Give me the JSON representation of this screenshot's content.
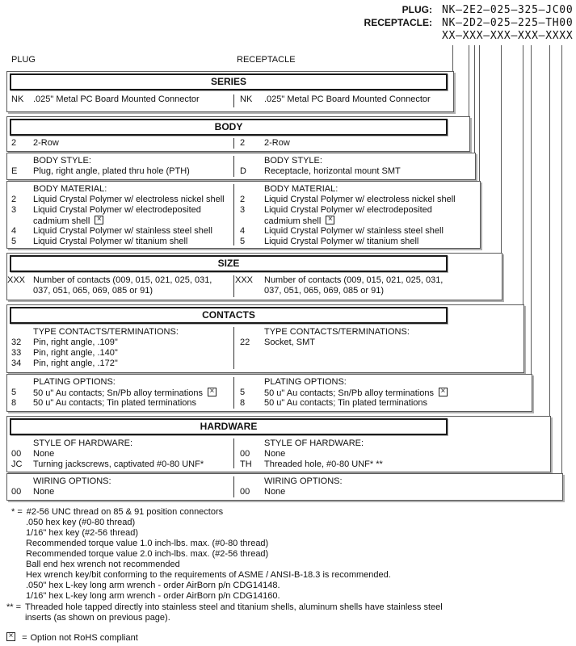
{
  "part_numbers": {
    "plug_label": "PLUG:",
    "plug_value": "NK–2E2–025–325–JC00",
    "receptacle_label": "RECEPTACLE:",
    "receptacle_value": "NK–2D2–025–225–TH00",
    "mask": "XX–XXX–XXX–XXX–XXXX"
  },
  "column_labels": {
    "plug": "PLUG",
    "receptacle": "RECEPTACLE"
  },
  "sections": {
    "series": {
      "title": "SERIES",
      "plug": {
        "code": "NK",
        "desc": ".025\" Metal PC Board Mounted Connector"
      },
      "receptacle": {
        "code": "NK",
        "desc": ".025\" Metal PC Board Mounted Connector"
      }
    },
    "body": {
      "title": "BODY",
      "plug": {
        "code": "2",
        "desc": "2-Row"
      },
      "receptacle": {
        "code": "2",
        "desc": "2-Row"
      }
    },
    "body_style": {
      "label": "BODY STYLE:",
      "plug": {
        "code": "E",
        "desc": "Plug, right angle, plated thru hole (PTH)"
      },
      "receptacle": {
        "code": "D",
        "desc": "Receptacle, horizontal mount SMT"
      }
    },
    "body_material": {
      "label": "BODY MATERIAL:",
      "rows": [
        {
          "code": "2",
          "desc": "Liquid Crystal Polymer w/ electroless nickel shell"
        },
        {
          "code": "3",
          "desc": "Liquid Crystal Polymer w/ electrodeposited",
          "desc2": "cadmium shell",
          "not_rohs": true
        },
        {
          "code": "4",
          "desc": "Liquid Crystal Polymer w/ stainless steel shell"
        },
        {
          "code": "5",
          "desc": "Liquid Crystal Polymer w/ titanium shell"
        }
      ]
    },
    "size": {
      "title": "SIZE",
      "code": "XXX",
      "desc": "Number of contacts (009, 015, 021, 025, 031,",
      "desc2": "037, 051, 065, 069, 085 or 91)"
    },
    "contacts": {
      "title": "CONTACTS",
      "label": "TYPE CONTACTS/TERMINATIONS:",
      "plug_rows": [
        {
          "code": "32",
          "desc": "Pin, right angle, .109\""
        },
        {
          "code": "33",
          "desc": "Pin, right angle, .140\""
        },
        {
          "code": "34",
          "desc": "Pin, right angle, .172\""
        }
      ],
      "receptacle_rows": [
        {
          "code": "22",
          "desc": "Socket, SMT"
        }
      ]
    },
    "plating": {
      "label": "PLATING OPTIONS:",
      "rows": [
        {
          "code": "5",
          "desc": "50 u\" Au contacts; Sn/Pb alloy terminations",
          "not_rohs": true
        },
        {
          "code": "8",
          "desc": "50 u\" Au contacts; Tin plated terminations"
        }
      ]
    },
    "hardware": {
      "title": "HARDWARE",
      "label": "STYLE OF HARDWARE:",
      "plug_rows": [
        {
          "code": "00",
          "desc": "None"
        },
        {
          "code": "JC",
          "desc": "Turning jackscrews, captivated #0-80 UNF*"
        }
      ],
      "receptacle_rows": [
        {
          "code": "00",
          "desc": "None"
        },
        {
          "code": "TH",
          "desc": "Threaded hole, #0-80 UNF*  **"
        }
      ]
    },
    "wiring": {
      "label": "WIRING OPTIONS:",
      "plug": {
        "code": "00",
        "desc": "None"
      },
      "receptacle": {
        "code": "00",
        "desc": "None"
      }
    }
  },
  "footnotes": {
    "star": {
      "prefix": "* =",
      "text": "#2-56 UNC thread on 85 & 91 position connectors",
      "sub": [
        ".050 hex key (#0-80 thread)",
        "1/16\" hex key (#2-56 thread)",
        "Recommended torque value 1.0 inch-lbs. max. (#0-80 thread)",
        "Recommended torque value 2.0 inch-lbs. max. (#2-56 thread)",
        "Ball end hex wrench not recommended",
        "Hex wrench key/bit conforming to the requirements of ASME / ANSI-B-18.3 is recommended.",
        ".050\" hex L-key long arm wrench - order AirBorn p/n CDG14148.",
        "1/16\" hex L-key long arm wrench - order AirBorn p/n CDG14160."
      ]
    },
    "double_star": {
      "prefix": "** =",
      "line1": "Threaded hole tapped directly into stainless steel and titanium shells, aluminum shells have stainless steel",
      "line2": "inserts (as shown on previous page)."
    },
    "rohs": {
      "prefix": "=",
      "text": "Option not RoHS compliant"
    }
  }
}
